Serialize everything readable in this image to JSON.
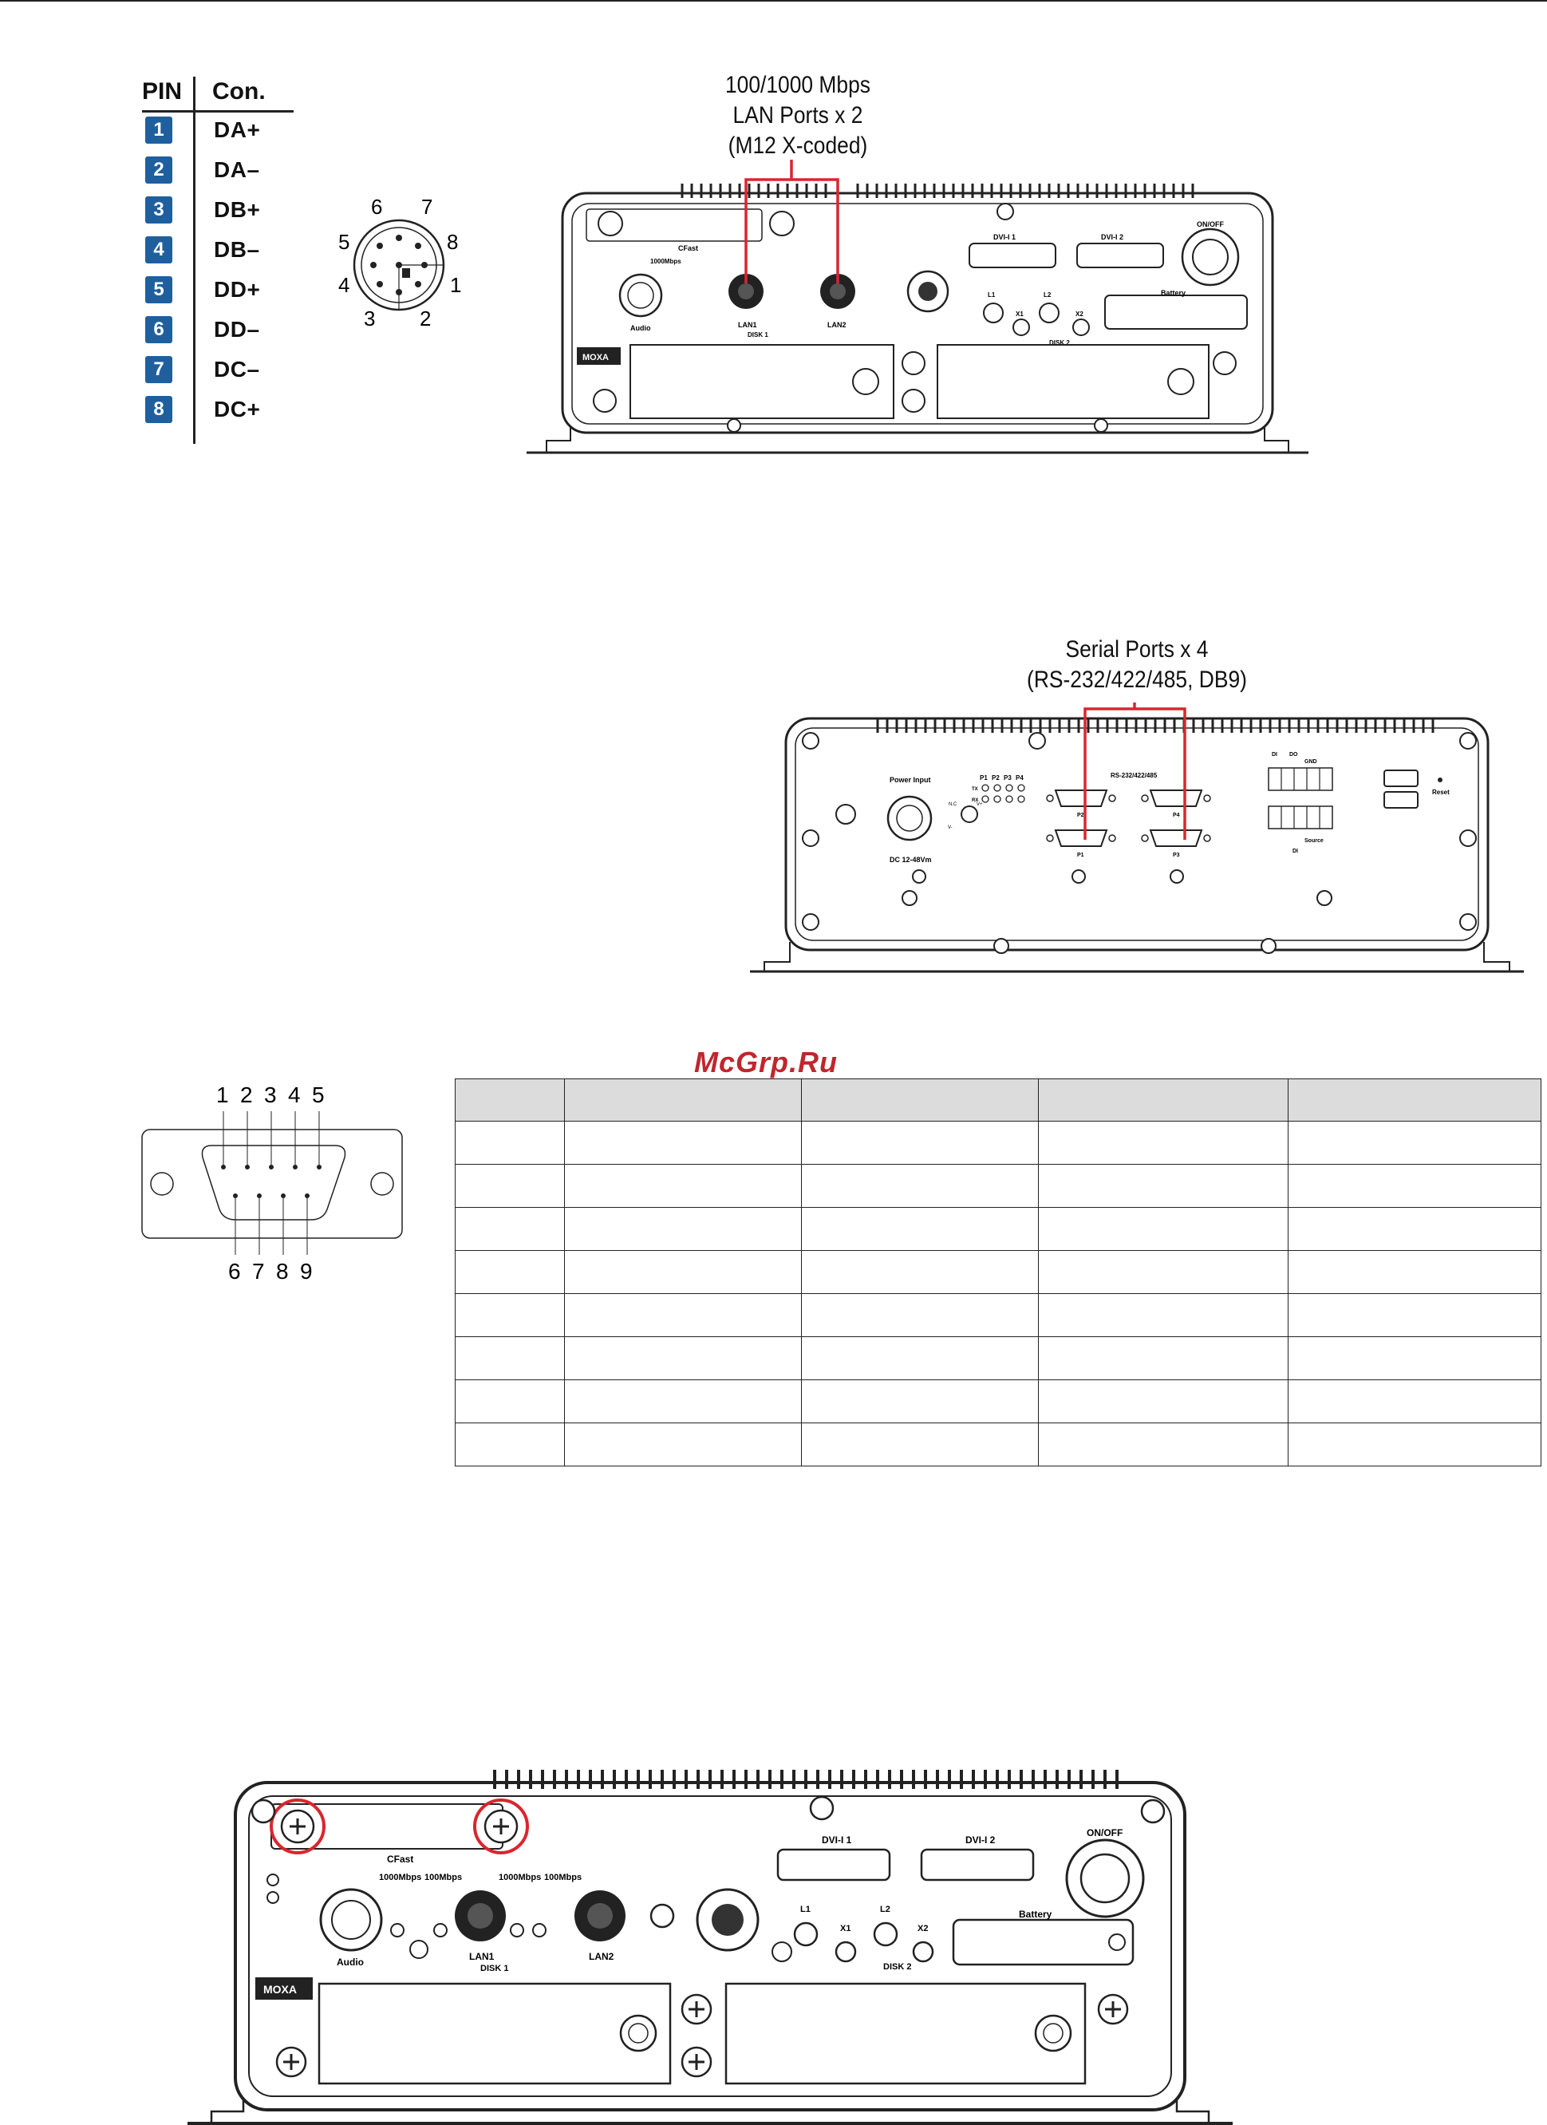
{
  "pin_table": {
    "header_pin": "PIN",
    "header_con": "Con.",
    "rows": [
      {
        "pin": "1",
        "signal": "DA+"
      },
      {
        "pin": "2",
        "signal": "DA–"
      },
      {
        "pin": "3",
        "signal": "DB+"
      },
      {
        "pin": "4",
        "signal": "DB–"
      },
      {
        "pin": "5",
        "signal": "DD+"
      },
      {
        "pin": "6",
        "signal": "DD–"
      },
      {
        "pin": "7",
        "signal": "DC–"
      },
      {
        "pin": "8",
        "signal": "DC+"
      }
    ]
  },
  "m12_connector": {
    "pin_labels": [
      "1",
      "2",
      "3",
      "4",
      "5",
      "6",
      "7",
      "8"
    ]
  },
  "lan_callout": {
    "line1": "100/1000 Mbps",
    "line2": "LAN Ports x 2",
    "line3": "(M12 X-coded)"
  },
  "serial_callout": {
    "line1": "Serial Ports x 4",
    "line2": "(RS-232/422/485, DB9)"
  },
  "watermark": "McGrp.Ru",
  "db9_connector": {
    "top_pins": [
      "1",
      "2",
      "3",
      "4",
      "5"
    ],
    "bottom_pins": [
      "6",
      "7",
      "8",
      "9"
    ]
  },
  "front_panel": {
    "cfast": "CFast",
    "audio": "Audio",
    "lan1": "LAN1",
    "lan2": "LAN2",
    "disk1": "DISK 1",
    "disk2": "DISK 2",
    "led_1000": "1000Mbps",
    "led_100": "100Mbps",
    "dvi1": "DVI-I 1",
    "dvi2": "DVI-I 2",
    "onoff": "ON/OFF",
    "battery": "Battery",
    "l1": "L1",
    "l2": "L2",
    "x1": "X1",
    "x2": "X2",
    "brand": "MOXA"
  },
  "rear_panel": {
    "power_input": "Power Input",
    "dc": "DC 12-48Vm",
    "rs": "RS-232/422/485",
    "p1": "P1",
    "p2": "P2",
    "p3": "P3",
    "p4": "P4",
    "tx": "TX",
    "rx": "RX",
    "di": "DI",
    "do": "DO",
    "gnd": "GND",
    "source": "Source",
    "reset": "Reset",
    "nc": "N.C",
    "vplus": "V+",
    "vminus": "V-"
  },
  "colors": {
    "callout_red": "#d9262e",
    "pin_badge": "#1f5f9e",
    "watermark": "#c0262d"
  }
}
